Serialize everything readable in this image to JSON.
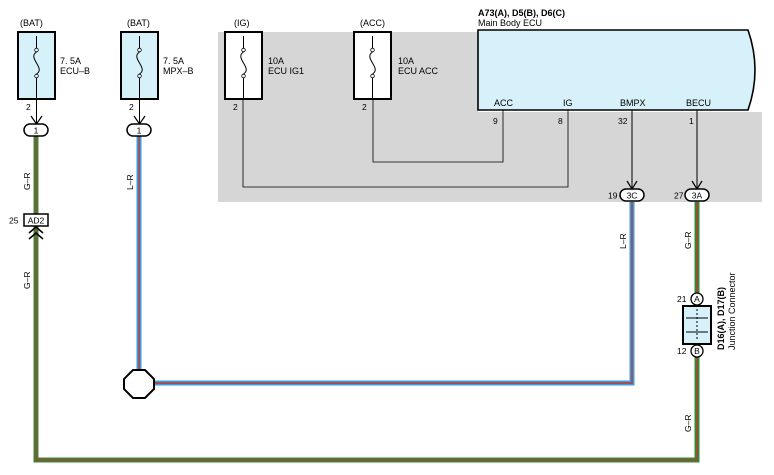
{
  "fuses": [
    {
      "supply": "(BAT)",
      "amp": "7. 5A",
      "name": "ECU–B",
      "pin": "2"
    },
    {
      "supply": "(BAT)",
      "amp": "7. 5A",
      "name": "MPX–B",
      "pin": "2"
    },
    {
      "supply": "(IG)",
      "amp": "10A",
      "name": "ECU IG1",
      "pin": "2"
    },
    {
      "supply": "(ACC)",
      "amp": "10A",
      "name": "ECU ACC",
      "pin": "2"
    }
  ],
  "ecu": {
    "code": "A73(A), D5(B), D6(C)",
    "name": "Main Body ECU",
    "terminals": [
      {
        "label": "ACC",
        "pin": "9"
      },
      {
        "label": "IG",
        "pin": "8"
      },
      {
        "label": "BMPX",
        "pin": "32"
      },
      {
        "label": "BECU",
        "pin": "1"
      }
    ]
  },
  "connectors": {
    "c1a": "1",
    "c1b": "1",
    "c3c": {
      "pin": "19",
      "id": "3C"
    },
    "c3a": {
      "pin": "27",
      "id": "3A"
    },
    "ad2": {
      "pin": "25",
      "id": "AD2"
    }
  },
  "wires": {
    "gr_top": "G–R",
    "gr_mid": "G–R",
    "lr_left": "L–R",
    "lr_right": "L–R",
    "gr_right_top": "G–R",
    "gr_right_bottom": "G–R"
  },
  "junction": {
    "code": "D16(A), D17(B)",
    "name": "Junction Connector",
    "pin_a": "21",
    "id_a": "A",
    "pin_b": "12",
    "id_b": "B"
  },
  "colors": {
    "green": "#2e8b3c",
    "red": "#c0392b",
    "blue": "#3d9be0",
    "panel": "#d6d6d6",
    "ecu_fill": "#d6f1fa"
  }
}
